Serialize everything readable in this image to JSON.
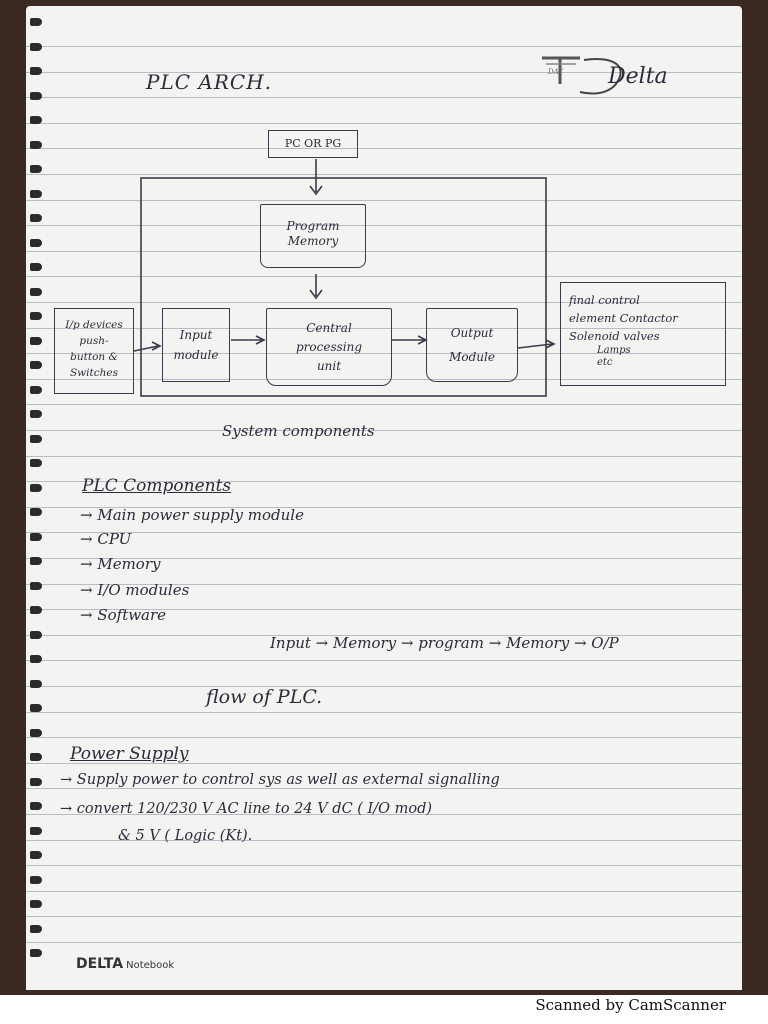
{
  "header": {
    "title": "PLC ARCH.",
    "logo_text": "Delta",
    "logo_badge": "DAY"
  },
  "diagram": {
    "pc_or_pg": "PC OR PG",
    "program_memory": [
      "Program",
      "Memory"
    ],
    "input_devices": [
      "I/p devices",
      "push-",
      "button &",
      "Switches"
    ],
    "input_module": [
      "Input",
      "module"
    ],
    "cpu": [
      "Central",
      "processing",
      "unit"
    ],
    "output_module": [
      "Output",
      "Module"
    ],
    "final_control": [
      "final control",
      "element Contactor",
      "Solenoid valves",
      "Lamps",
      "etc"
    ],
    "caption": "System components"
  },
  "plc_components": {
    "heading": "PLC Components",
    "items": [
      "→ Main power supply module",
      "→ CPU",
      "→ Memory",
      "→ I/O modules",
      "→ Software"
    ]
  },
  "flow_line": "Input → Memory → program → Memory → O/P",
  "flow_heading": "flow of PLC.",
  "power_supply": {
    "heading": "Power Supply",
    "lines": [
      "→   Supply power to control sys as well as external signalling",
      "→   convert 120/230 V AC line to 24 V dC ( I/O mod)",
      "& 5 V ( Logic (Kt)."
    ]
  },
  "footer": {
    "brand": "DELTA",
    "brand_suffix": "Notebook",
    "scanner": "Scanned by CamScanner"
  }
}
